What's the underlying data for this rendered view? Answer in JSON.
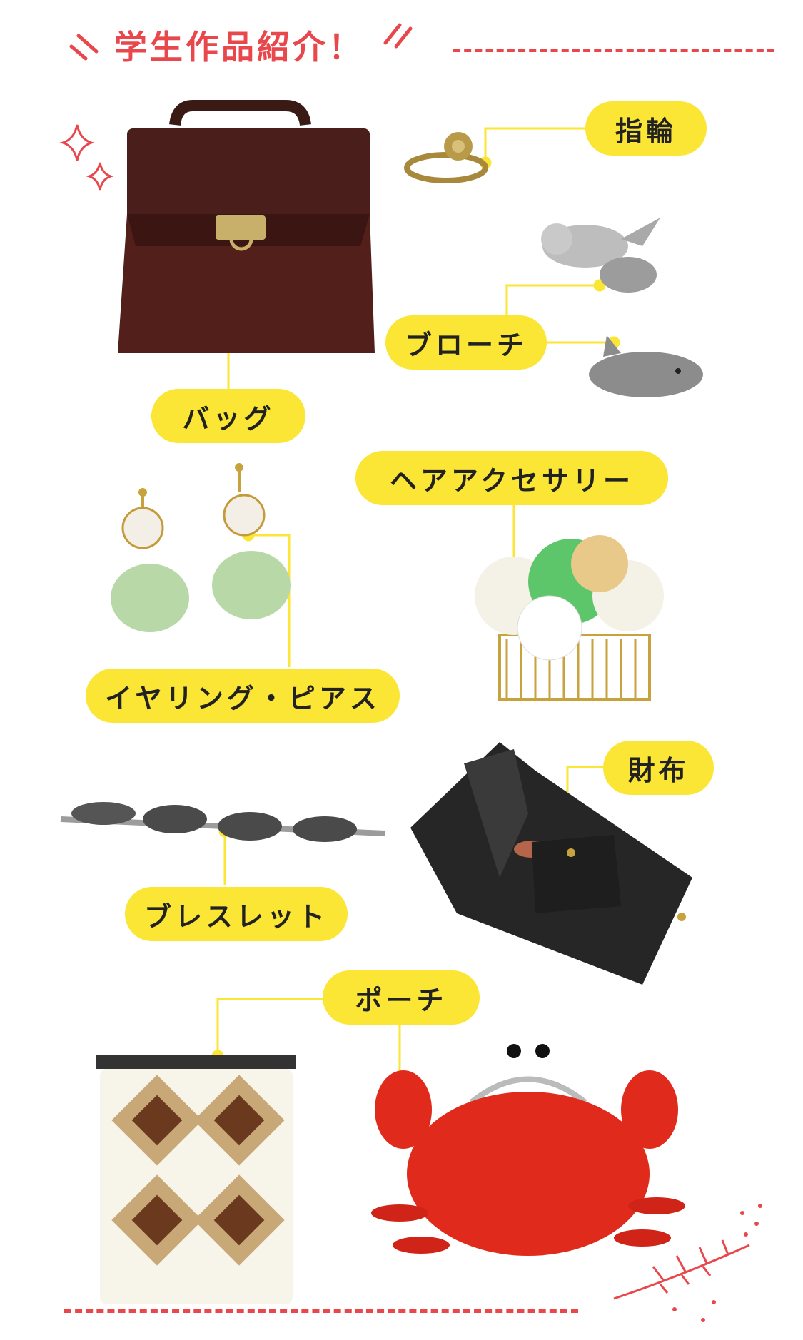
{
  "heading": "学生作品紹介！",
  "labels": {
    "bag": "バッグ",
    "ring": "指輪",
    "brooch": "ブローチ",
    "hair": "ヘアアクセサリー",
    "earring": "イヤリング・ピアス",
    "wallet": "財布",
    "bracelet": "ブレスレット",
    "pouch": "ポーチ"
  },
  "colors": {
    "accent": "#e8474c",
    "pill": "#fbe535",
    "line": "#fbe535"
  }
}
